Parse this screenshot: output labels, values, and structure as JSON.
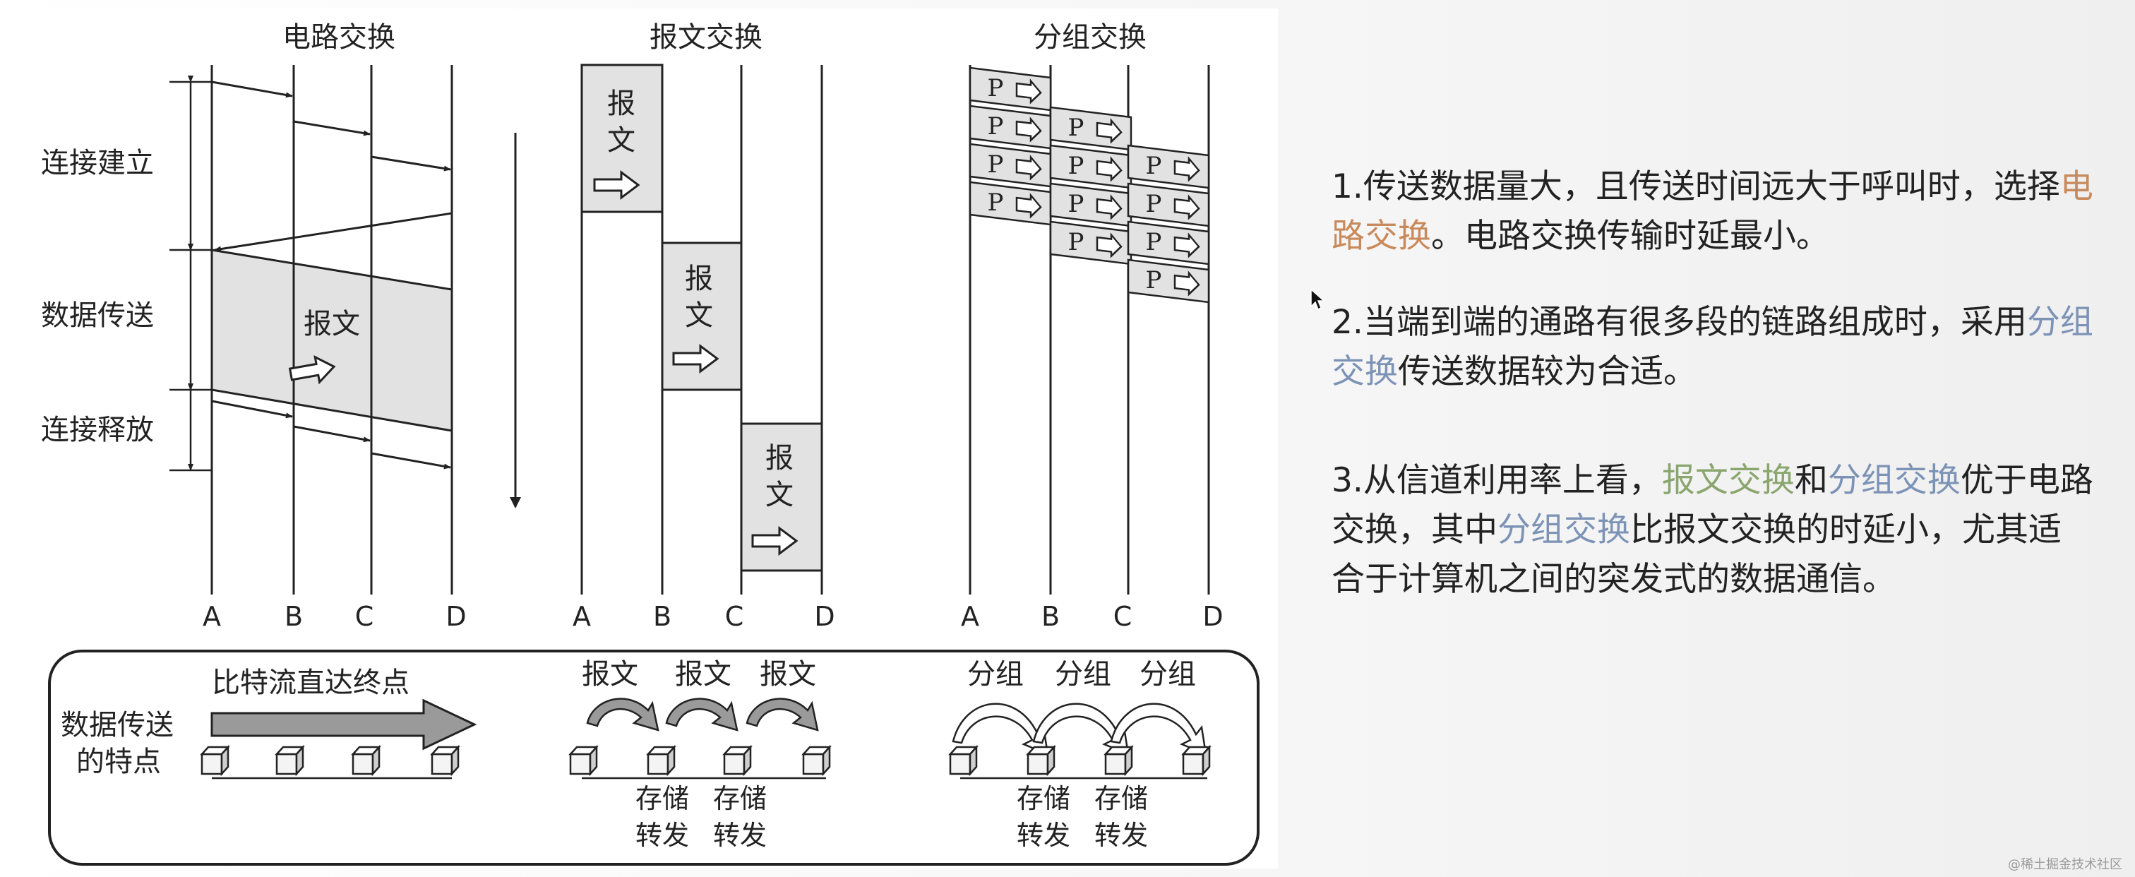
{
  "diagram": {
    "circuit": {
      "title": "电路交换",
      "phases": {
        "setup": "连接建立",
        "transfer": "数据传送",
        "release": "连接释放"
      },
      "message_label": "报文",
      "nodes": [
        "A",
        "B",
        "C",
        "D"
      ]
    },
    "message": {
      "title": "报文交换",
      "message_label": [
        "报",
        "文"
      ],
      "nodes": [
        "A",
        "B",
        "C",
        "D"
      ]
    },
    "packet": {
      "title": "分组交换",
      "packet_label": "P",
      "nodes": [
        "A",
        "B",
        "C",
        "D"
      ]
    },
    "features": {
      "row_label": [
        "数据传送",
        "的特点"
      ],
      "circuit_caption": "比特流直达终点",
      "message_hop_label": "报文",
      "packet_hop_label": "分组",
      "store_forward": [
        "存储",
        "转发"
      ]
    }
  },
  "notes": {
    "n1": {
      "part1": "1.传送数据量大，且传送时间远大于呼叫时，选择",
      "highlight": "电路交换",
      "part2": "。电路交换传输时延最小。"
    },
    "n2": {
      "part1": "2.当端到端的通路有很多段的链路组成时，采用",
      "highlight": "分组交换",
      "part2": "传送数据较为合适。"
    },
    "n3": {
      "part1": "3.从信道利用率上看，",
      "hl1": "报文交换",
      "part2": "和",
      "hl2": "分组交换",
      "part3": "优于电路交换，其中",
      "hl3": "分组交换",
      "part4": "比报文交换的时延小，尤其适合于计算机之间的突发式的数据通信。"
    }
  },
  "watermark": "@稀土掘金技术社区",
  "colors": {
    "orange": "#c98a5b",
    "blue": "#7c93b6",
    "green": "#8aa66e"
  }
}
